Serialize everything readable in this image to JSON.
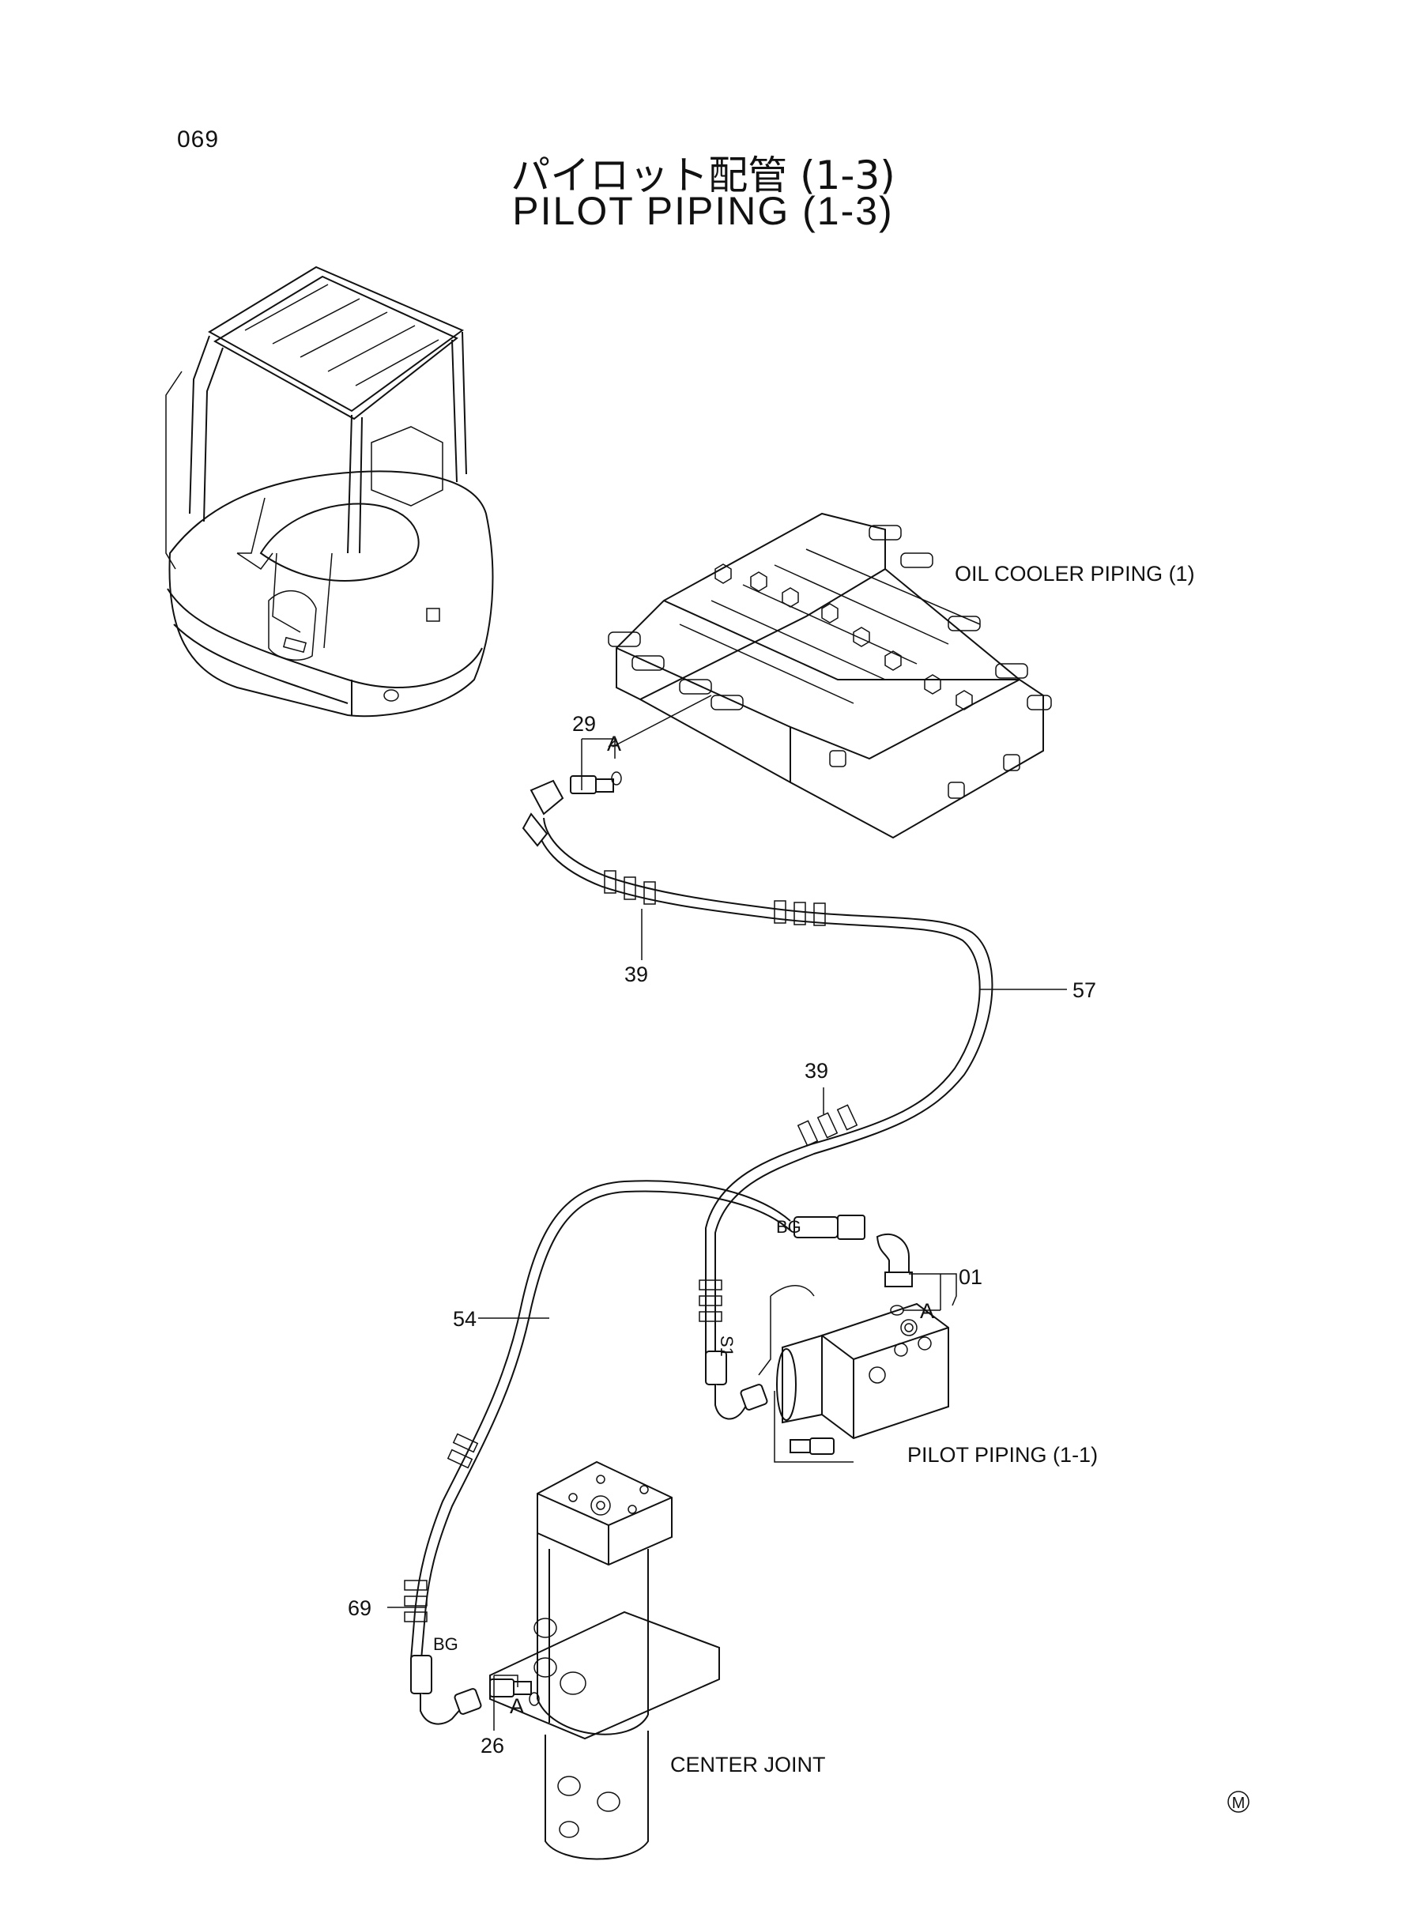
{
  "page": {
    "number": "069"
  },
  "title": {
    "jp": "パイロット配管 (1-3)",
    "en": "PILOT PIPING (1-3)"
  },
  "refs": {
    "oil_cooler": "OIL COOLER PIPING (1)",
    "pilot_piping": "PILOT PIPING (1-1)",
    "center_joint": "CENTER JOINT"
  },
  "callouts": {
    "c29": "29",
    "c39a": "39",
    "c57": "57",
    "c39b": "39",
    "c01": "01",
    "c54": "54",
    "c69": "69",
    "c26": "26"
  },
  "markers": {
    "a1": "A",
    "a2": "A",
    "a3": "A"
  },
  "hose_marks": {
    "bg1": "BG",
    "bg2": "BG",
    "s1": "S1"
  },
  "mark": "M"
}
